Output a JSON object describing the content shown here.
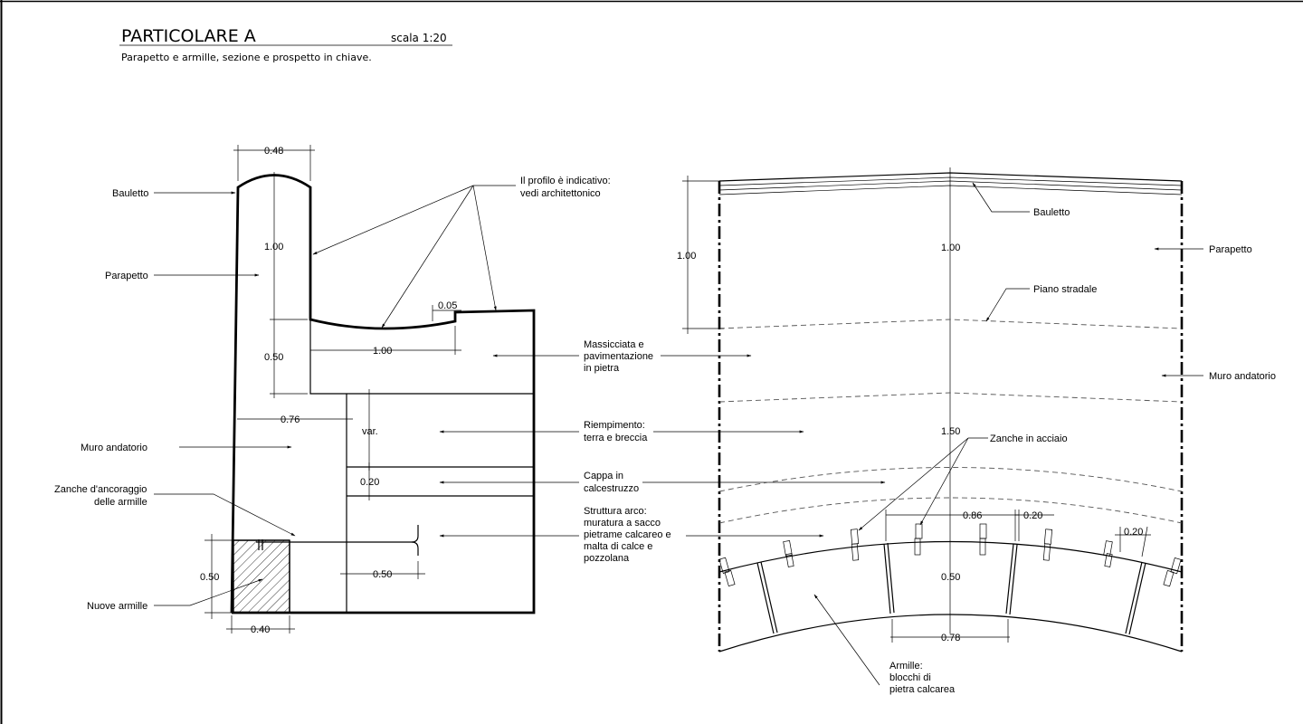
{
  "header": {
    "title": "PARTICOLARE  A",
    "scale": "scala  1:20",
    "subtitle": "Parapetto  e  armille,  sezione  e  prospetto  in  chiave."
  },
  "section": {
    "labels": {
      "bauletto": "Bauletto",
      "parapetto": "Parapetto",
      "muro": "Muro andatorio",
      "zanche_1": "Zanche d'ancoraggio",
      "zanche_2": "delle armille",
      "nuove": "Nuove armille",
      "profilo_1": "Il profilo è indicativo:",
      "profilo_2": "vedi architettonico",
      "massicciata_1": "Massicciata e",
      "massicciata_2": "pavimentazione",
      "massicciata_3": "in pietra",
      "riempimento_1": "Riempimento:",
      "riempimento_2": "terra e breccia",
      "cappa_1": "Cappa in",
      "cappa_2": "calcestruzzo",
      "struttura_1": "Struttura arco:",
      "struttura_2": "muratura a sacco",
      "struttura_3": "pietrame calcareo e",
      "struttura_4": "malta di calce e",
      "struttura_5": "pozzolana"
    },
    "dims": {
      "d048": "0.48",
      "d100": "1.00",
      "d050a": "0.50",
      "d100b": "1.00",
      "d005": "0.05",
      "d076": "0.76",
      "var": "var.",
      "d020": "0.20",
      "d050b": "0.50",
      "d050c": "0.50",
      "d040": "0.40"
    }
  },
  "elevation": {
    "labels": {
      "bauletto": "Bauletto",
      "parapetto": "Parapetto",
      "piano": "Piano stradale",
      "muro": "Muro andatorio",
      "zanche": "Zanche in acciaio",
      "armille_1": "Armille:",
      "armille_2": "blocchi di",
      "armille_3": "pietra calcarea"
    },
    "dims": {
      "d100l": "1.00",
      "d100c": "1.00",
      "d150": "1.50",
      "d086": "0.86",
      "d020a": "0.20",
      "d020b": "0.20",
      "d050": "0.50",
      "d078": "0.78"
    }
  }
}
